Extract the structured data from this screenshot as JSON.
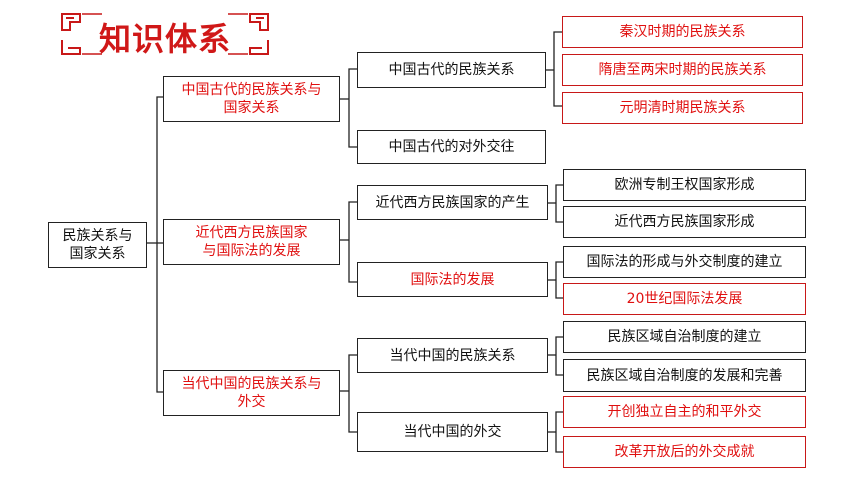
{
  "title": "知识体系",
  "colors": {
    "accent": "#d01818",
    "text": "#111111"
  },
  "root": {
    "label": "民族关系与\n国家关系"
  },
  "level1": [
    {
      "label": "中国古代的民族关系与\n国家关系",
      "color": "red"
    },
    {
      "label": "近代西方民族国家\n与国际法的发展",
      "color": "red"
    },
    {
      "label": "当代中国的民族关系与\n外交",
      "color": "red"
    }
  ],
  "level2": [
    {
      "label": "中国古代的民族关系",
      "color": "black"
    },
    {
      "label": "中国古代的对外交往",
      "color": "black"
    },
    {
      "label": "近代西方民族国家的产生",
      "color": "black"
    },
    {
      "label": "国际法的发展",
      "color": "red"
    },
    {
      "label": "当代中国的民族关系",
      "color": "black"
    },
    {
      "label": "当代中国的外交",
      "color": "black"
    }
  ],
  "level3": [
    {
      "label": "秦汉时期的民族关系",
      "color": "red"
    },
    {
      "label": "隋唐至两宋时期的民族关系",
      "color": "red"
    },
    {
      "label": "元明清时期民族关系",
      "color": "red"
    },
    {
      "label": "欧洲专制王权国家形成",
      "color": "black"
    },
    {
      "label": "近代西方民族国家形成",
      "color": "black"
    },
    {
      "label": "国际法的形成与外交制度的建立",
      "color": "black"
    },
    {
      "label": "20世纪国际法发展",
      "color": "red"
    },
    {
      "label": "民族区域自治制度的建立",
      "color": "black"
    },
    {
      "label": "民族区域自治制度的发展和完善",
      "color": "black"
    },
    {
      "label": "开创独立自主的和平外交",
      "color": "red"
    },
    {
      "label": "改革开放后的外交成就",
      "color": "red"
    }
  ]
}
